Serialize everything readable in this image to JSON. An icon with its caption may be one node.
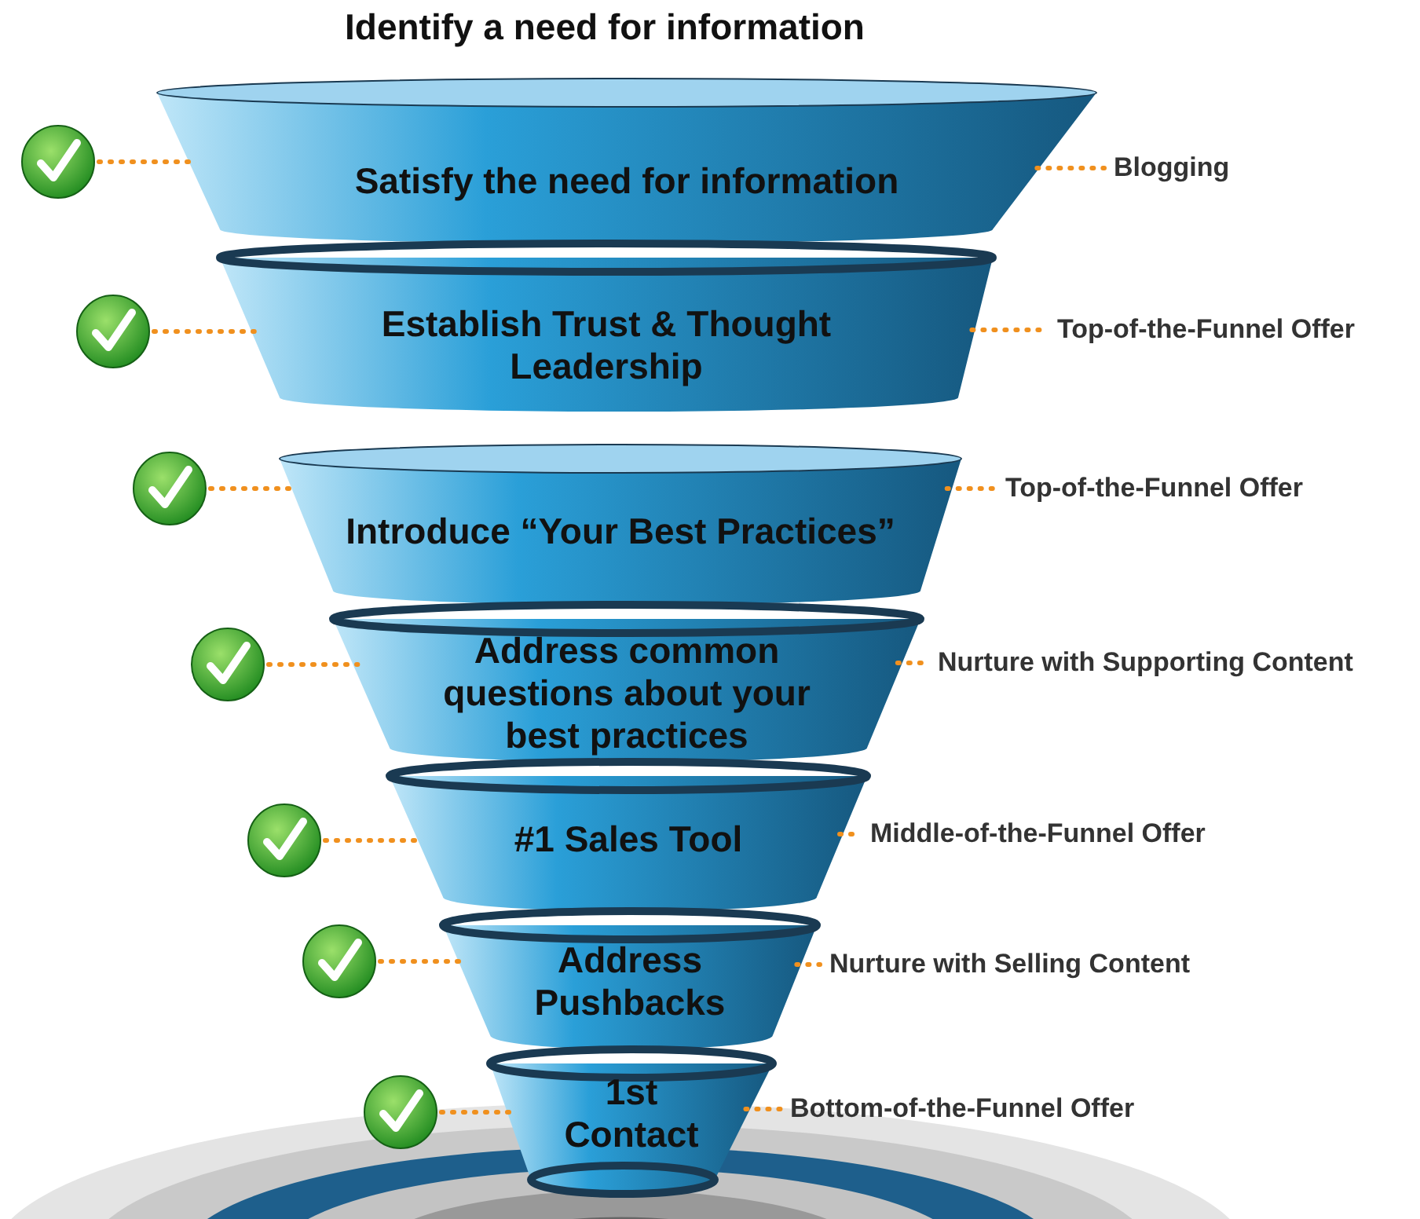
{
  "diagram": {
    "title": "Identify a need for information",
    "nodes": [
      {
        "text": [
          "Satisfy the need for information"
        ]
      },
      {
        "text": [
          "Establish Trust & Thought Leadership"
        ]
      },
      {
        "text": [
          "Introduce “Your Best Practices”"
        ]
      },
      {
        "text": [
          "Address common questions about your best practices"
        ]
      },
      {
        "text": [
          "#1 Sales Tool"
        ]
      },
      {
        "text": [
          "Address Pushbacks"
        ]
      },
      {
        "text": [
          "1st Contact"
        ]
      },
      {
        "text": [],
        "shape": "circle"
      },
      {
        "text": [],
        "shape": "circle"
      },
      {
        "text": [],
        "shape": "circle"
      },
      {
        "text": [],
        "shape": "circle"
      },
      {
        "text": [],
        "shape": "circle"
      },
      {
        "text": [],
        "shape": "circle"
      },
      {
        "text": [],
        "shape": "circle"
      },
      {
        "text": [
          "Blogging"
        ]
      },
      {
        "text": [
          "Top-of-the-Funnel Offer"
        ]
      },
      {
        "text": [
          "Top-of-the-Funnel Offer"
        ]
      },
      {
        "text": [
          "Nurture with Supporting Content"
        ]
      },
      {
        "text": [
          "Middle-of-the-Funnel Offer"
        ]
      },
      {
        "text": [
          "Nurture with Selling Content"
        ]
      },
      {
        "text": [
          "Bottom-of-the-Funnel Offer"
        ]
      }
    ],
    "edges": [
      {
        "from": 7,
        "to": 0,
        "arrow": "none"
      },
      {
        "from": 8,
        "to": 1,
        "arrow": "none"
      },
      {
        "from": 9,
        "to": 2,
        "arrow": "none"
      },
      {
        "from": 10,
        "to": 3,
        "arrow": "none"
      },
      {
        "from": 11,
        "to": 4,
        "arrow": "none"
      },
      {
        "from": 12,
        "to": 5,
        "arrow": "none"
      },
      {
        "from": 13,
        "to": 6,
        "arrow": "none"
      },
      {
        "from": 0,
        "to": 14,
        "arrow": "none"
      },
      {
        "from": 1,
        "to": 15,
        "arrow": "none"
      },
      {
        "from": 2,
        "to": 16,
        "arrow": "none"
      },
      {
        "from": 3,
        "to": 17,
        "arrow": "none"
      },
      {
        "from": 4,
        "to": 18,
        "arrow": "none"
      },
      {
        "from": 5,
        "to": 19,
        "arrow": "none"
      },
      {
        "from": 6,
        "to": 20,
        "arrow": "none"
      }
    ]
  }
}
